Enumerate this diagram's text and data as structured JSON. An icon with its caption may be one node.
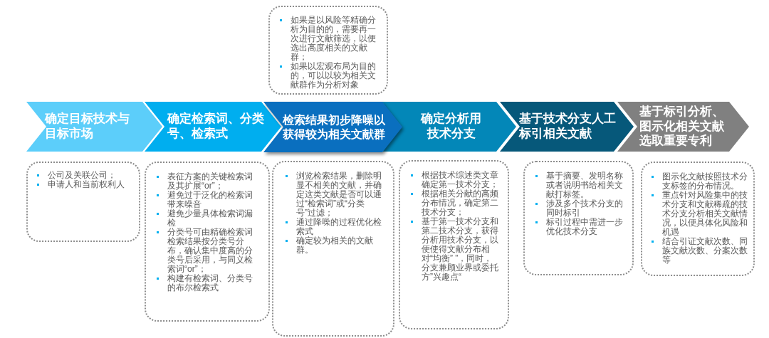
{
  "diagram": {
    "nodes": [
      {
        "text": [
          "如果是以风险等精确分析为目的的，需要再一次进行文献筛选，以便选出高度相关的文献群；",
          "如果以宏观布局为目的的，可以以较为相关文献群作为分析对象"
        ]
      },
      {
        "text": [
          "确定目标技术与目标市场"
        ]
      },
      {
        "text": [
          "确定检索词、分类号、检索式"
        ]
      },
      {
        "text": [
          "检索结果初步降噪以获得较为相关文献群"
        ]
      },
      {
        "text": [
          "确定分析用技术分支"
        ]
      },
      {
        "text": [
          "基于技术分支人工标引相关文献"
        ]
      },
      {
        "text": [
          "基于标引分析、图示化相关文献选取重要专利"
        ]
      },
      {
        "text": [
          "公司及关联公司；",
          "申请人和当前权利人"
        ]
      },
      {
        "text": [
          "表征方案的关键检索词及其扩展“or”；",
          "避免过于泛化的检索词带来噪音",
          "避免少量具体检索词漏检",
          "分类号可由精确检索词检索结果按分类号分布，确认集中度高的分类号后采用，与同义检索词“or”；",
          "构建有检索词、分类号的布尔检索式"
        ]
      },
      {
        "text": [
          "浏览检索结果，删除明显不相关的文献，并确定这类文献是否可以通过“检索词”或“分类号”过滤；",
          "通过降噪的过程优化检索式",
          "确定较为相关的文献群。"
        ]
      },
      {
        "text": [
          "根据技术综述类文章确定第一技术分支；",
          "根据相关分献的高频分布情况，确定第二技术分支；",
          "基于第一技术分支和第二技术分支，获得分析用技术分支，以便使得文献分布相对“均衡” ”，同时，分支兼顾业界或委托方”兴趣点“"
        ]
      },
      {
        "text": [
          "基于摘要、发明名称或者说明书给相关文献打标签。",
          "涉及多个技术分支的同时标引",
          "标引过程中需进一步优化技术分支"
        ]
      },
      {
        "text": [
          "图示化文献按照技术分支标签的分布情况。",
          "重点针对风险集中的技术分支和文献稀疏的技术分支分析相关文献情况，以便具体化风险和机遇",
          "结合引证文献次数、同族文献次数、分案次数等"
        ]
      }
    ]
  }
}
